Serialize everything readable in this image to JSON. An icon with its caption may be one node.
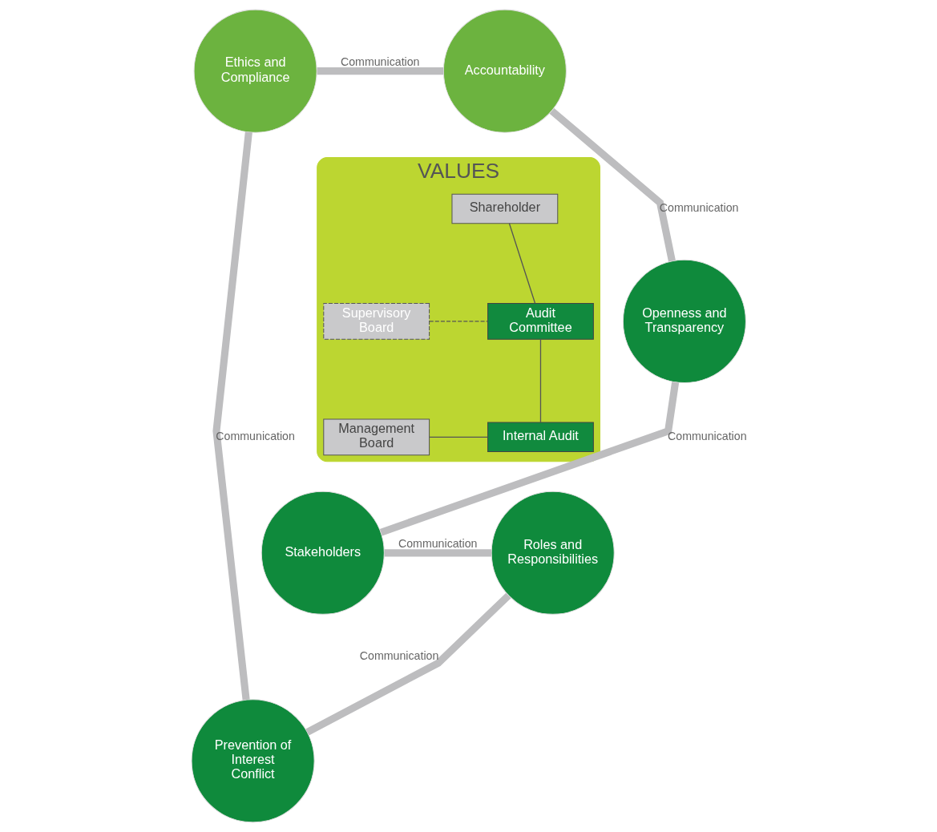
{
  "diagram": {
    "nodes": [
      {
        "text": [
          "Ethics and Compliance"
        ]
      },
      {
        "text": [
          "Accountability"
        ]
      },
      {
        "text": [
          "Openness and Transparency"
        ]
      },
      {
        "text": [
          "Stakeholders"
        ]
      },
      {
        "text": [
          "Roles and Responsibilities"
        ]
      },
      {
        "text": [
          "Prevention of Interest Conflict"
        ]
      },
      {
        "text": [
          "VALUES"
        ]
      },
      {
        "text": [
          "Shareholder"
        ],
        "in": 6
      },
      {
        "text": [
          "Supervisory Board"
        ],
        "in": 6
      },
      {
        "text": [
          "Audit Committee"
        ],
        "in": 6
      },
      {
        "text": [
          "Management Board"
        ],
        "in": 6
      },
      {
        "text": [
          "Internal Audit"
        ],
        "in": 6
      }
    ],
    "edges": [
      {
        "from": 0,
        "to": 1,
        "arrow": "none",
        "label": "Communication"
      },
      {
        "from": 1,
        "to": 2,
        "arrow": "none",
        "label": "Communication"
      },
      {
        "from": 2,
        "to": 3,
        "arrow": "none",
        "label": "Communication"
      },
      {
        "from": 3,
        "to": 4,
        "arrow": "none",
        "label": "Communication"
      },
      {
        "from": 4,
        "to": 5,
        "arrow": "none",
        "label": "Communication"
      },
      {
        "from": 5,
        "to": 0,
        "arrow": "none",
        "label": "Communication"
      },
      {
        "from": 7,
        "to": 9,
        "arrow": "none",
        "color": "#555555"
      },
      {
        "from": 8,
        "to": 9,
        "arrow": "none",
        "style": "dashed",
        "color": "#555555"
      },
      {
        "from": 9,
        "to": 11,
        "arrow": "none",
        "color": "#555555"
      },
      {
        "from": 10,
        "to": 11,
        "arrow": "none",
        "color": "#555555"
      }
    ]
  }
}
